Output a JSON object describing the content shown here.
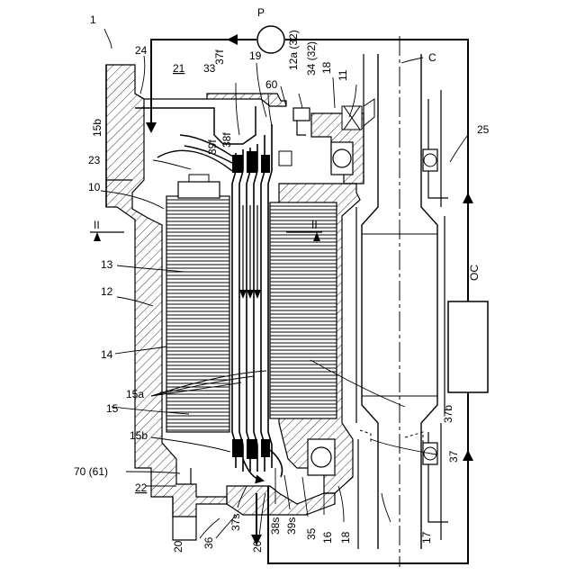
{
  "labels": {
    "n1": "1",
    "n24": "24",
    "n21": "21",
    "n33": "33",
    "n37f": "37f",
    "n19": "19",
    "n60": "60",
    "n12a32": "12a (32)",
    "n34_32": "34 (32)",
    "n18top": "18",
    "n11": "11",
    "P": "P",
    "C": "C",
    "n15b_top": "15b",
    "n39f": "39f",
    "n38f": "38f",
    "n23": "23",
    "n10": "10",
    "II_left": "II",
    "II_right": "II",
    "n25": "25",
    "n13": "13",
    "n12": "12",
    "OC": "OC",
    "n14": "14",
    "n15a": "15a",
    "n15": "15",
    "n37b": "37b",
    "n15b_bot": "15b",
    "n37": "37",
    "n70_61": "70 (61)",
    "n22": "22",
    "n20": "20",
    "n36": "36",
    "n37s": "37s",
    "n26": "26",
    "n38s": "38s",
    "n39s": "39s",
    "n35": "35",
    "n16": "16",
    "n18bot": "18",
    "n17": "17"
  }
}
